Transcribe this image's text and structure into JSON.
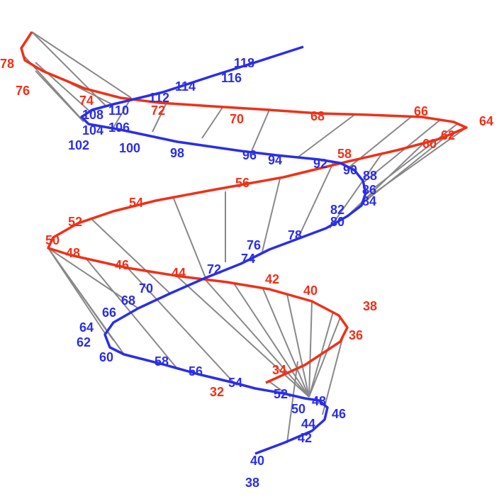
{
  "colors": {
    "red_strand": "#f03018",
    "blue_strand": "#2a2ee8",
    "rungs": "#888888"
  },
  "red_labels": [
    "32",
    "34",
    "36",
    "38",
    "40",
    "42",
    "44",
    "46",
    "48",
    "50",
    "52",
    "54",
    "56",
    "58",
    "60",
    "62",
    "64",
    "66",
    "68",
    "70",
    "72",
    "74",
    "76",
    "78"
  ],
  "blue_labels": [
    "38",
    "40",
    "42",
    "44",
    "46",
    "48",
    "50",
    "52",
    "54",
    "56",
    "58",
    "60",
    "62",
    "64",
    "66",
    "68",
    "70",
    "72",
    "74",
    "76",
    "78",
    "80",
    "82",
    "84",
    "86",
    "88",
    "90",
    "92",
    "94",
    "96",
    "98",
    "100",
    "102",
    "104",
    "106",
    "108",
    "110",
    "112",
    "114",
    "116",
    "118"
  ]
}
